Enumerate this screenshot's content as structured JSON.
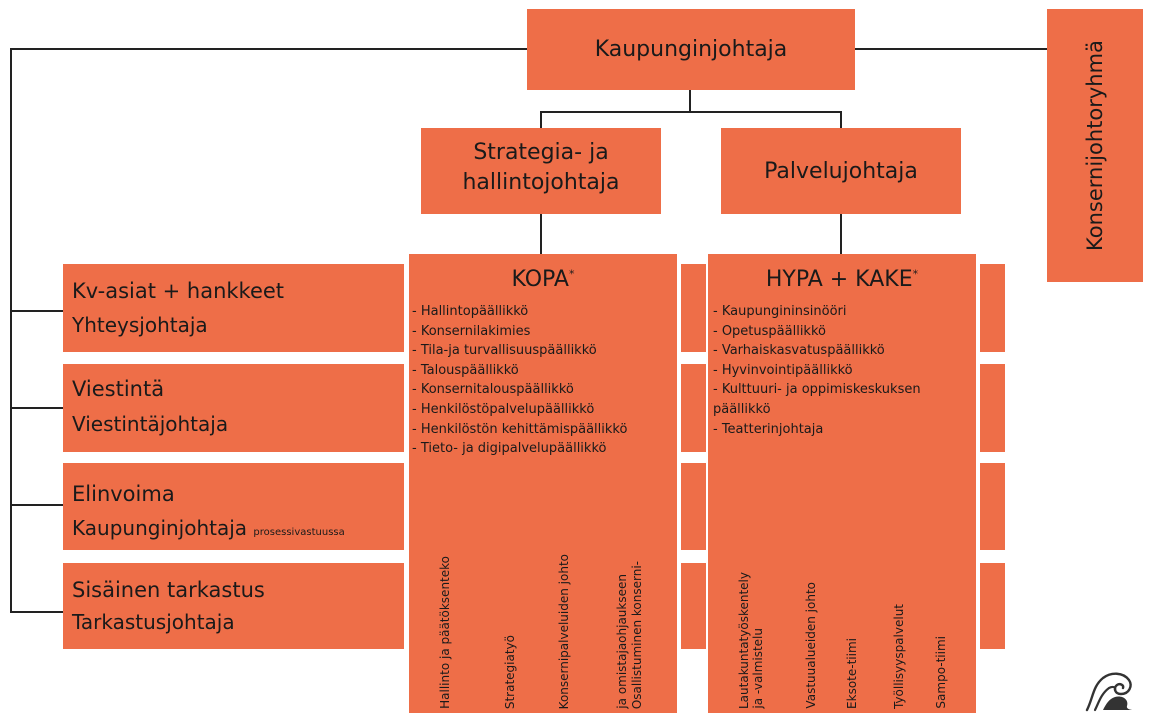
{
  "top": {
    "ceo": "Kaupunginjohtaja",
    "group": "Konsernijohtoryhmä"
  },
  "second": {
    "strategy_line1": "Strategia- ja",
    "strategy_line2": "hallintojohtaja",
    "service": "Palvelujohtaja"
  },
  "side_units": [
    {
      "title": "Kv-asiat + hankkeet",
      "subtitle": "Yhteysjohtaja",
      "note": ""
    },
    {
      "title": "Viestintä",
      "subtitle": "Viestintäjohtaja",
      "note": ""
    },
    {
      "title": "Elinvoima",
      "subtitle": "Kaupunginjohtaja",
      "note": "prosessivastuussa"
    },
    {
      "title": "Sisäinen tarkastus",
      "subtitle": "Tarkastusjohtaja",
      "note": ""
    }
  ],
  "kopa": {
    "title": "KOPA",
    "mark": "*",
    "items": [
      "- Hallintopäällikkö",
      "- Konsernilakimies",
      "- Tila-ja turvallisuuspäällikkö",
      "- Talouspäällikkö",
      "- Konsernitalouspäällikkö",
      "- Henkilöstöpalvelupäällikkö",
      "- Henkilöstön kehittämispäällikkö",
      "- Tieto- ja digipalvelupäällikkö"
    ],
    "vertical": [
      "Hallinto ja päätöksenteko",
      "Strategiatyö",
      "Konsernipalveluiden johto",
      "Osallistuminen konserni-",
      "ja omistajaohjaukseen"
    ]
  },
  "hypa": {
    "title": "HYPA + KAKE",
    "mark": "*",
    "items": [
      "- Kaupungininsinööri",
      "- Opetuspäällikkö",
      "- Varhaiskasvatuspäällikkö",
      "- Hyvinvointipäällikkö",
      "- Kulttuuri- ja oppimiskeskuksen päällikkö",
      "- Teatterinjohtaja"
    ],
    "vertical": [
      "Lautakuntatyöskentely",
      "ja -valmistelu",
      "Vastuualueiden johto",
      "Eksote-tiimi",
      "Työllisyyspalvelut",
      "Sampo-tiimi"
    ]
  },
  "colors": {
    "box": "#ee6e48",
    "line": "#222222"
  },
  "logo_icon": "wave-logo-icon"
}
